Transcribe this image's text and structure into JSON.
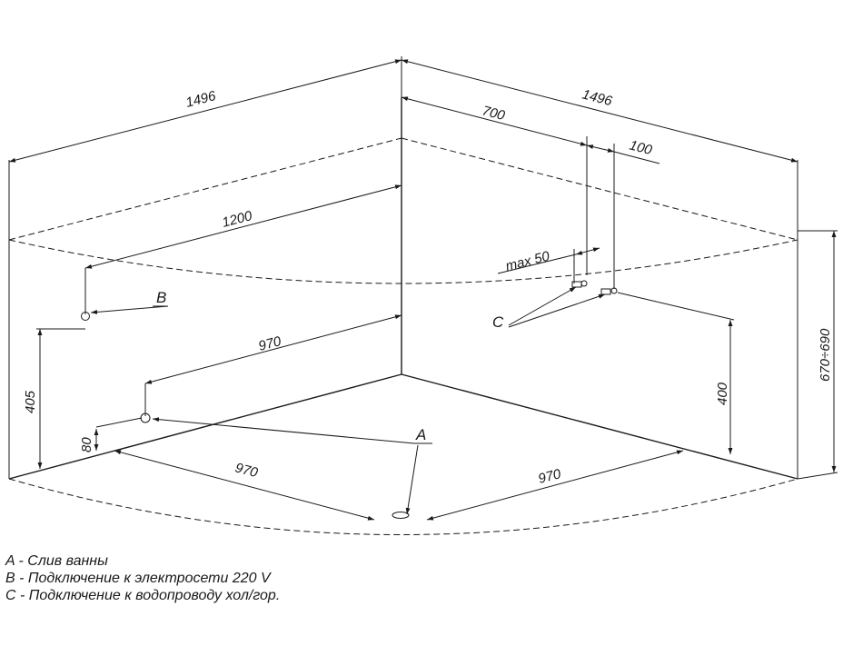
{
  "dimensions": {
    "top_left_width": "1496",
    "top_right_width": "1496",
    "offset_700": "700",
    "offset_100": "100",
    "offset_1200": "1200",
    "max_50": "max  50",
    "depth_970_upper": "970",
    "height_405": "405",
    "height_80": "80",
    "bottom_left_970": "970",
    "bottom_right_970": "970",
    "height_400": "400",
    "height_range": "670÷690"
  },
  "markers": {
    "a": "A",
    "b": "B",
    "c": "C"
  },
  "legend": [
    "A - Слив ванны",
    "B - Подключение к электросети 220 V",
    "C - Подключение к водопроводу хол/гор."
  ]
}
